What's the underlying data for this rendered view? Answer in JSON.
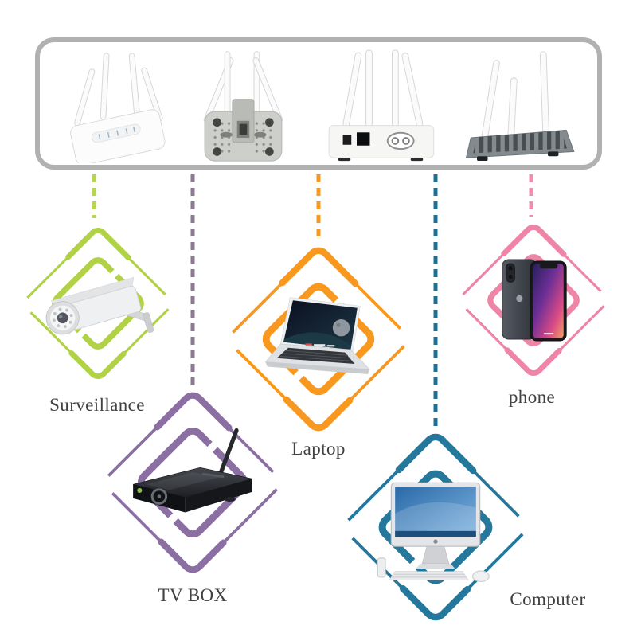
{
  "router_panel": {
    "border_color": "#b1b1b1",
    "views": [
      "front-three-quarter-view",
      "bottom-view",
      "rear-view",
      "side-view"
    ]
  },
  "devices": [
    {
      "id": "surveillance",
      "label": "Surveillance",
      "accent": "#b0d244",
      "connector": "#b4d74c"
    },
    {
      "id": "laptop",
      "label": "Laptop",
      "accent": "#f8981e",
      "connector": "#f8981e"
    },
    {
      "id": "phone",
      "label": "phone",
      "accent": "#ee84a6",
      "connector": "#ee8fac"
    },
    {
      "id": "tvbox",
      "label": "TV BOX",
      "accent": "#8b6fa3",
      "connector": "#8a7b90"
    },
    {
      "id": "computer",
      "label": "Computer",
      "accent": "#24789c",
      "connector": "#1f7193"
    }
  ],
  "text_color": "#414141"
}
